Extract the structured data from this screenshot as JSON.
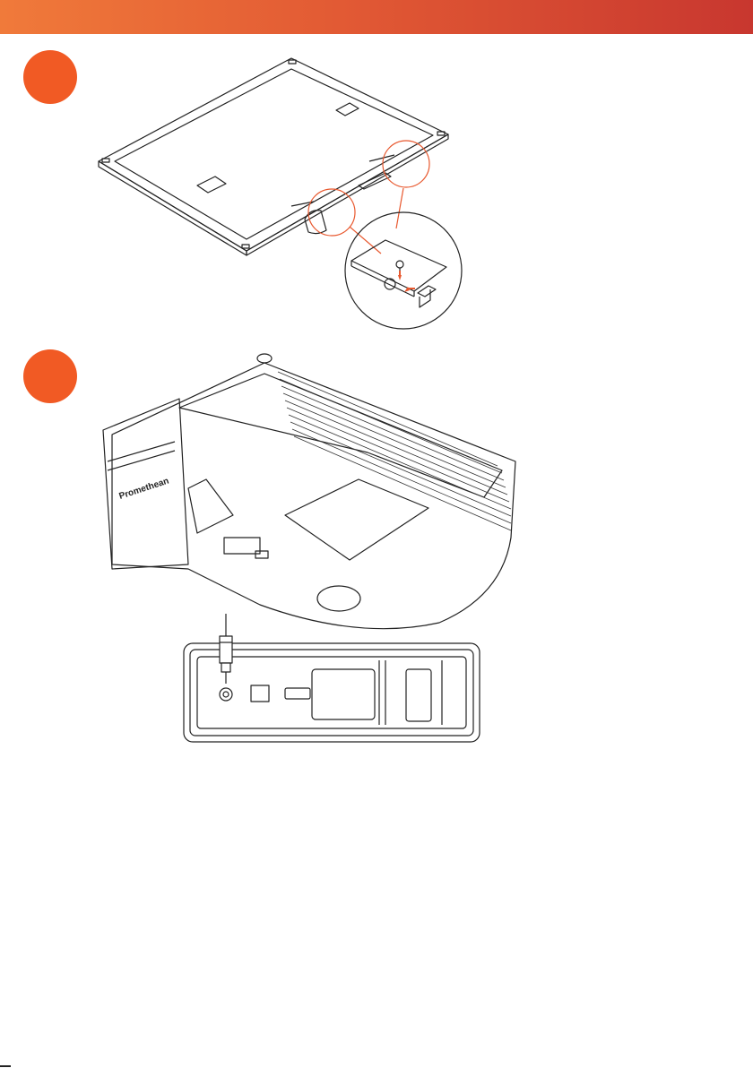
{
  "header": {
    "color_start": "#f07a3a",
    "color_end": "#c8372f"
  },
  "steps": [
    {
      "marker_color": "#f15a24",
      "illustration": "interactive-board-bracket-attachment"
    },
    {
      "marker_color": "#f15a24",
      "illustration": "projector-rear-connection-panel"
    }
  ],
  "projector": {
    "brand_label": "Promethean"
  }
}
